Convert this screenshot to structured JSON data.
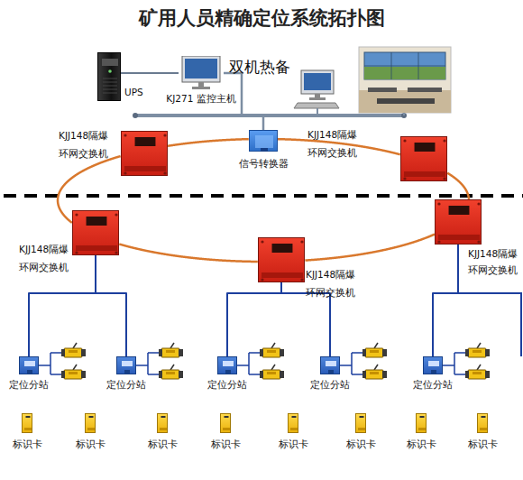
{
  "diagram": {
    "title": "矿用人员精确定位系统拓扑图",
    "nodes": [
      {
        "text": [
          "UPS"
        ]
      },
      {
        "text": [
          "KJ271 监控主机"
        ]
      },
      {
        "text": [
          "KJJ148隔爆 环网交换机"
        ]
      },
      {
        "text": [
          "信号转换器"
        ]
      },
      {
        "text": [
          "KJJ148隔爆 环网交换机"
        ]
      },
      {
        "text": [
          "KJJ148隔爆 环网交换机"
        ]
      },
      {
        "text": [
          "KJJ148隔爆 环网交换机"
        ]
      },
      {
        "text": [
          "KJJ148隔爆 环网交换机"
        ]
      },
      {
        "text": [
          "定位分站"
        ]
      },
      {
        "text": [
          "定位分站"
        ]
      },
      {
        "text": [
          "定位分站"
        ]
      },
      {
        "text": [
          "定位分站"
        ]
      },
      {
        "text": [
          "定位分站"
        ]
      },
      {
        "text": [
          "标识卡"
        ]
      },
      {
        "text": [
          "标识卡"
        ]
      },
      {
        "text": [
          "标识卡"
        ]
      },
      {
        "text": [
          "标识卡"
        ]
      },
      {
        "text": [
          "标识卡"
        ]
      },
      {
        "text": [
          "标识卡"
        ]
      },
      {
        "text": [
          "标识卡"
        ]
      },
      {
        "text": [
          "标识卡"
        ]
      }
    ],
    "edges": [
      {
        "from": 0,
        "to": 1,
        "arrow": "none"
      },
      {
        "from": 1,
        "to": 3,
        "arrow": "none"
      },
      {
        "from": 2,
        "to": 3,
        "arrow": "none"
      },
      {
        "from": 3,
        "to": 4,
        "arrow": "none"
      },
      {
        "from": 4,
        "to": 7,
        "arrow": "none"
      },
      {
        "from": 7,
        "to": 6,
        "arrow": "none"
      },
      {
        "from": 6,
        "to": 5,
        "arrow": "none"
      },
      {
        "from": 5,
        "to": 2,
        "arrow": "none"
      },
      {
        "from": 5,
        "to": 8,
        "arrow": "none"
      },
      {
        "from": 5,
        "to": 9,
        "arrow": "none"
      },
      {
        "from": 6,
        "to": 10,
        "arrow": "none"
      },
      {
        "from": 6,
        "to": 11,
        "arrow": "none"
      },
      {
        "from": 7,
        "to": 12,
        "arrow": "none"
      }
    ],
    "labels": [
      "双机热备"
    ]
  }
}
